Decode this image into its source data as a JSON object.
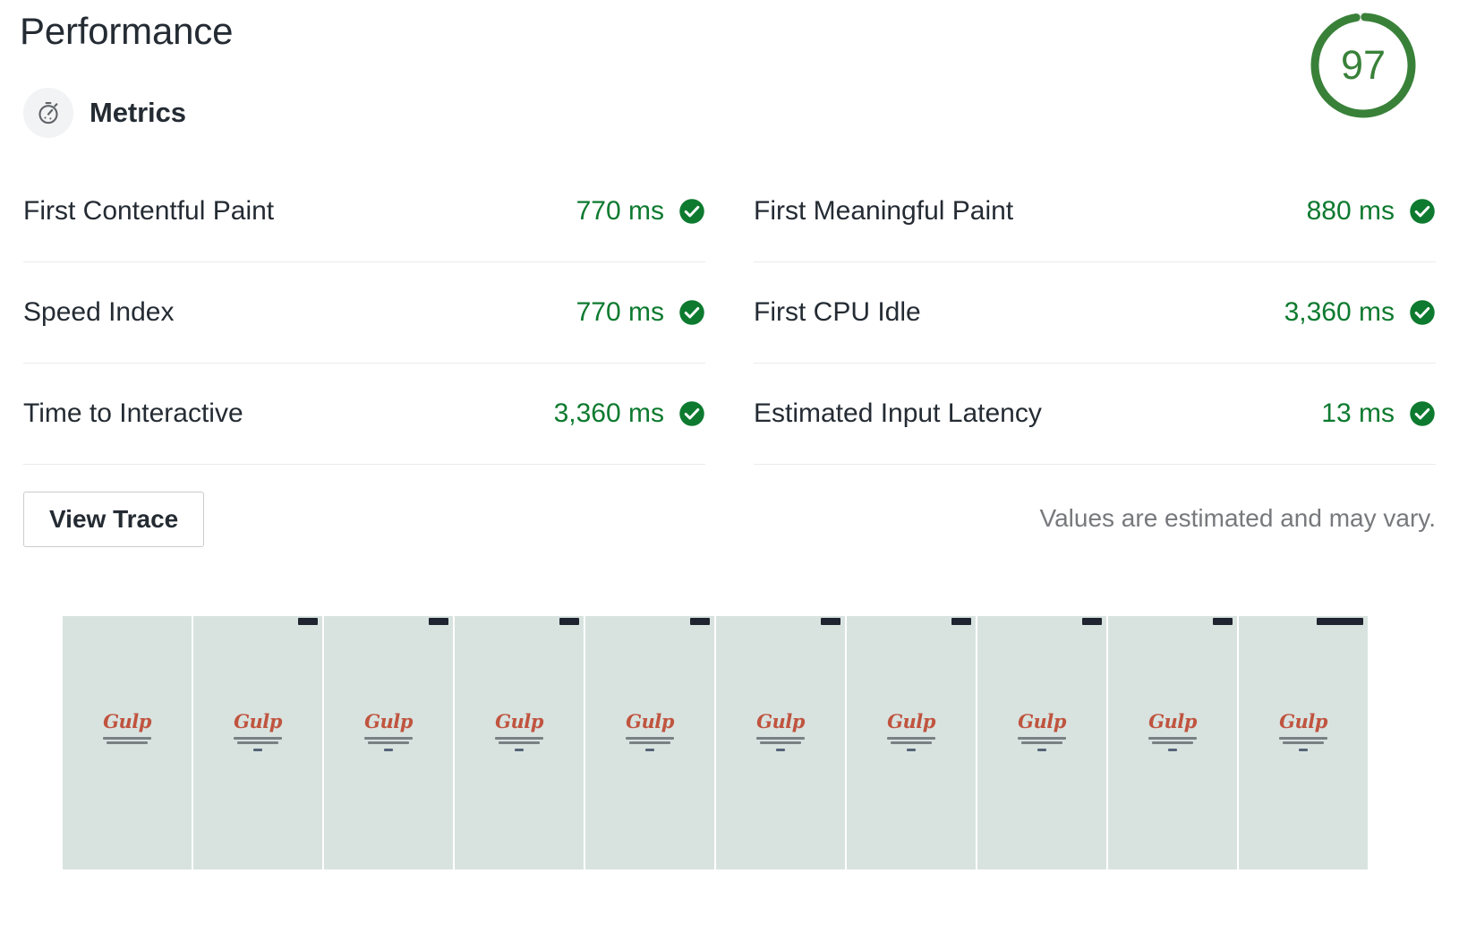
{
  "header": {
    "title": "Performance",
    "score": "97",
    "score_color": "#398139",
    "score_value": 97
  },
  "metrics_section": {
    "icon": "stopwatch-icon",
    "title": "Metrics",
    "columns": [
      {
        "rows": [
          {
            "name": "First Contentful Paint",
            "value": "770 ms",
            "status": "pass"
          },
          {
            "name": "Speed Index",
            "value": "770 ms",
            "status": "pass"
          },
          {
            "name": "Time to Interactive",
            "value": "3,360 ms",
            "status": "pass"
          }
        ]
      },
      {
        "rows": [
          {
            "name": "First Meaningful Paint",
            "value": "880 ms",
            "status": "pass"
          },
          {
            "name": "First CPU Idle",
            "value": "3,360 ms",
            "status": "pass"
          },
          {
            "name": "Estimated Input Latency",
            "value": "13 ms",
            "status": "pass"
          }
        ]
      }
    ],
    "view_trace_label": "View Trace",
    "disclaimer": "Values are estimated and may vary.",
    "value_color": "#0d7a2f"
  },
  "filmstrip": {
    "frame_bg": "#d8e3e0",
    "logo_text": "Gulp",
    "logo_color": "#c0543f",
    "frames": [
      {
        "badge": "none"
      },
      {
        "badge": "small"
      },
      {
        "badge": "small"
      },
      {
        "badge": "small"
      },
      {
        "badge": "small"
      },
      {
        "badge": "small"
      },
      {
        "badge": "small"
      },
      {
        "badge": "small"
      },
      {
        "badge": "small"
      },
      {
        "badge": "wide"
      }
    ]
  }
}
